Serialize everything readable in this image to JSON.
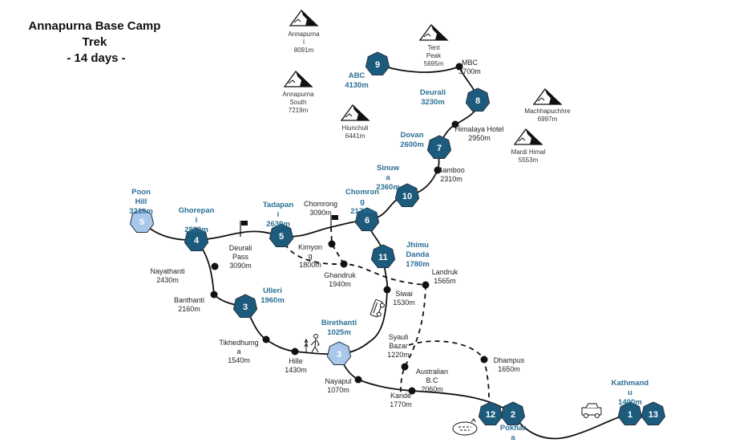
{
  "title": [
    "Annapurna Base Camp",
    "Trek",
    "- 14 days -"
  ],
  "colors": {
    "day_dark": "#1d5b7c",
    "day_light": "#a9c7ea",
    "label_blue": "#2a6f96",
    "trail": "#111111"
  },
  "day_stops": [
    {
      "id": "poon-hill",
      "day": "5",
      "style": "light",
      "label": [
        "Poon",
        "Hill",
        "3210m"
      ]
    },
    {
      "id": "ghorepani",
      "day": "4",
      "style": "dark",
      "label": [
        "Ghorepan",
        "i",
        "2880m"
      ]
    },
    {
      "id": "tadapani",
      "day": "5",
      "style": "dark",
      "label": [
        "Tadapan",
        "i",
        "2630m"
      ]
    },
    {
      "id": "chomrong",
      "day": "6",
      "style": "dark",
      "label": [
        "Chomron",
        "g",
        "2170m"
      ]
    },
    {
      "id": "sinuwa",
      "day": "10",
      "style": "dark",
      "label": [
        "Sinuw",
        "a",
        "2360m"
      ]
    },
    {
      "id": "dovan",
      "day": "7",
      "style": "dark",
      "label": [
        "Dovan",
        "2600m"
      ]
    },
    {
      "id": "deurali",
      "day": "8",
      "style": "dark",
      "label": [
        "Deurali",
        "3230m"
      ]
    },
    {
      "id": "abc",
      "day": "9",
      "style": "dark",
      "label": [
        "ABC",
        "4130m"
      ]
    },
    {
      "id": "jhimu-danda",
      "day": "11",
      "style": "dark",
      "label": [
        "Jhimu",
        "Danda",
        "1780m"
      ]
    },
    {
      "id": "ulleri",
      "day": "3",
      "style": "dark",
      "label": [
        "Ulleri",
        "1960m"
      ]
    },
    {
      "id": "birethanti",
      "day": "3",
      "style": "light",
      "label": [
        "Birethanti",
        "1025m"
      ]
    },
    {
      "id": "pokhara-12",
      "day": "12",
      "style": "dark",
      "label": []
    },
    {
      "id": "pokhara",
      "day": "2",
      "style": "dark",
      "label": [
        "Pokhar",
        "a"
      ]
    },
    {
      "id": "kathmandu",
      "day": "1",
      "style": "dark",
      "label": [
        "Kathmand",
        "u",
        "1400m"
      ]
    },
    {
      "id": "kathmandu-13",
      "day": "13",
      "style": "dark",
      "label": []
    }
  ],
  "waypoints": [
    {
      "id": "nayathanti",
      "label": [
        "Nayathanti",
        "2430m"
      ]
    },
    {
      "id": "banthanti",
      "label": [
        "Banthanti",
        "2160m"
      ]
    },
    {
      "id": "tikhedhunga",
      "label": [
        "Tikhedhumg",
        "a",
        "1540m"
      ]
    },
    {
      "id": "hille",
      "label": [
        "Hille",
        "1430m"
      ]
    },
    {
      "id": "nayapul",
      "label": [
        "Nayapul",
        "1070m"
      ]
    },
    {
      "id": "kande",
      "label": [
        "Kande",
        "1770m"
      ]
    },
    {
      "id": "australian-bc",
      "label": [
        "Australian",
        "B.C",
        "2060m"
      ]
    },
    {
      "id": "syauli-bazar",
      "label": [
        "Syauli",
        "Bazar",
        "1220m"
      ]
    },
    {
      "id": "dhampus",
      "label": [
        "Dhampus",
        "1650m"
      ]
    },
    {
      "id": "siwai",
      "label": [
        "Siwai",
        "1530m"
      ]
    },
    {
      "id": "landruk",
      "label": [
        "Landruk",
        "1565m"
      ]
    },
    {
      "id": "ghandruk",
      "label": [
        "Ghandruk",
        "1940m"
      ]
    },
    {
      "id": "kimyong",
      "label": [
        "Kimyon",
        "g",
        "1800m"
      ]
    },
    {
      "id": "bamboo",
      "label": [
        "Bamboo",
        "2310m"
      ]
    },
    {
      "id": "himalaya-hotel",
      "label": [
        "Himalaya Hotel",
        "2950m"
      ]
    },
    {
      "id": "mbc",
      "label": [
        "MBC",
        "3700m"
      ]
    },
    {
      "id": "chomrong-upper",
      "label": [
        "Chomrong",
        "3090m"
      ]
    },
    {
      "id": "deurali-pass",
      "label": [
        "Deurali",
        "Pass",
        "3090m"
      ]
    }
  ],
  "peaks": [
    {
      "id": "annapurna-i",
      "label": [
        "Annapurna",
        "I",
        "8091m"
      ]
    },
    {
      "id": "tent-peak",
      "label": [
        "Tent",
        "Peak",
        "5695m"
      ]
    },
    {
      "id": "annapurna-south",
      "label": [
        "Annapurna",
        "South",
        "7219m"
      ]
    },
    {
      "id": "hiunchuli",
      "label": [
        "Hiunchuli",
        "6441m"
      ]
    },
    {
      "id": "machhapuchhre",
      "label": [
        "Machhapuchhre",
        "6997m"
      ]
    },
    {
      "id": "mardi-himal",
      "label": [
        "Mardi Himal",
        "5553m"
      ]
    }
  ]
}
